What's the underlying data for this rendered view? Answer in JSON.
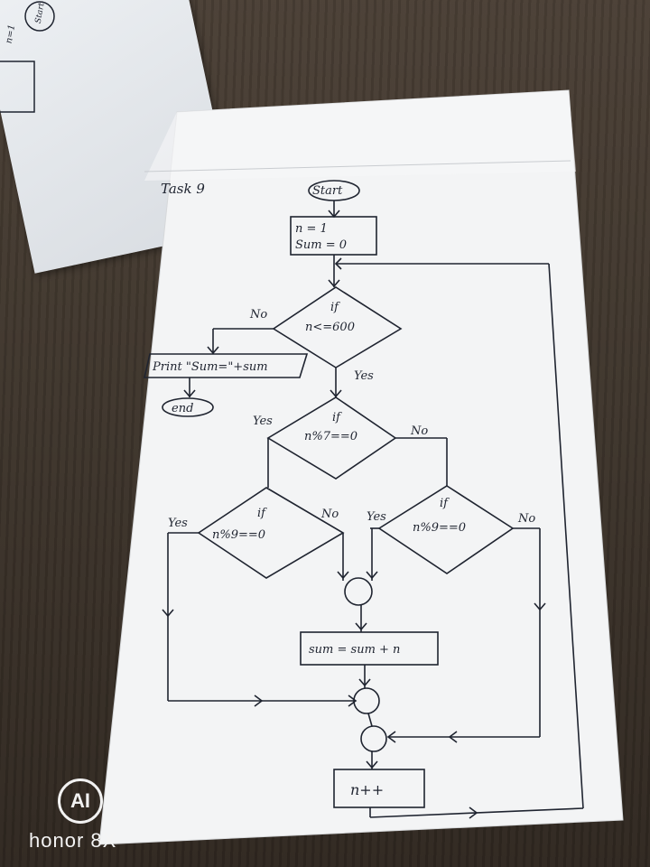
{
  "photo": {
    "watermark_brand": "honor 8X",
    "watermark_logo": "AI"
  },
  "back_sheet": {
    "start_label": "Start",
    "assign_label": "n=1"
  },
  "flowchart": {
    "task_label": "Task 9",
    "start": "Start",
    "init_line1": "n = 1",
    "init_line2": "Sum = 0",
    "if_loop_if": "if",
    "if_loop_cond": "n<=600",
    "no_label_loop": "No",
    "yes_label_loop": "Yes",
    "print": "Print \"Sum=\"+sum",
    "end": "end",
    "if7_if": "if",
    "if7_cond": "n%7==0",
    "yes_label_7": "Yes",
    "no_label_7": "No",
    "if9a_if": "if",
    "if9a_cond": "n%9==0",
    "yes_label_9a": "Yes",
    "no_label_9a": "No",
    "if9b_if": "if",
    "if9b_cond": "n%9==0",
    "yes_label_9b": "Yes",
    "no_label_9b": "No",
    "sum_update": "sum = sum + n",
    "increment": "n++"
  }
}
